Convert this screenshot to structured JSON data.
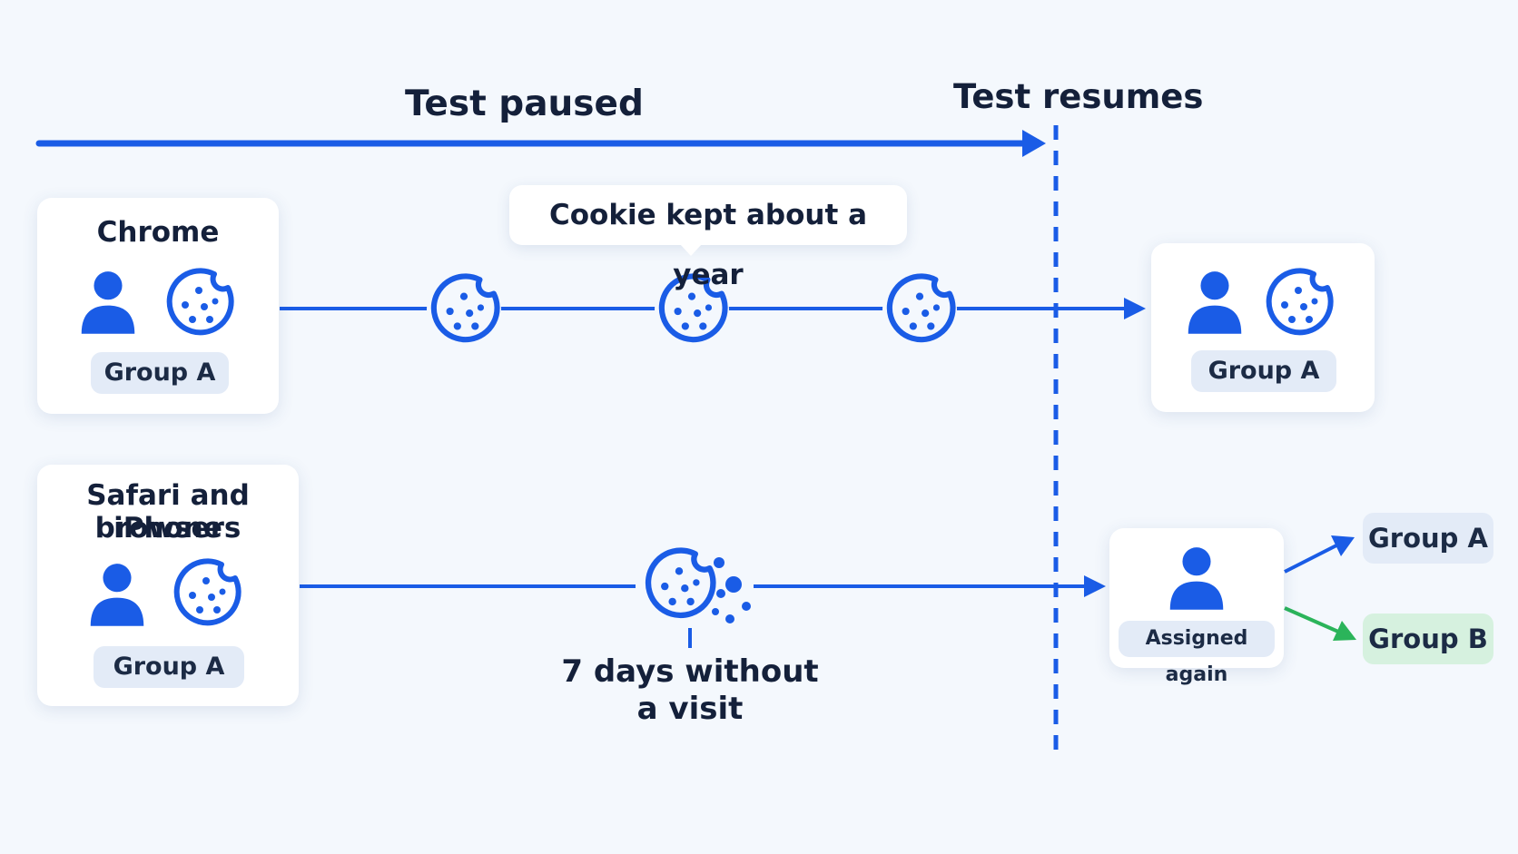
{
  "timeline": {
    "paused_label": "Test paused",
    "resumes_label": "Test resumes"
  },
  "chrome_row": {
    "title": "Chrome",
    "group_label": "Group A",
    "note": "Cookie kept about a year",
    "result_group_label": "Group A"
  },
  "safari_row": {
    "title_line1": "Safari and iPhone",
    "title_line2": "browsers",
    "group_label": "Group A",
    "expiry_line1": "7 days without",
    "expiry_line2": "a visit",
    "reassign_label": "Assigned again",
    "outcome_a": "Group A",
    "outcome_b": "Group B"
  },
  "icons": [
    "user-icon",
    "cookie-icon",
    "crumbling-cookie-icon",
    "arrow-icon"
  ],
  "colors": {
    "accent_blue": "#1a5ce6",
    "outcome_green": "#2bb45a",
    "background": "#f4f8fd",
    "text": "#14203a"
  }
}
